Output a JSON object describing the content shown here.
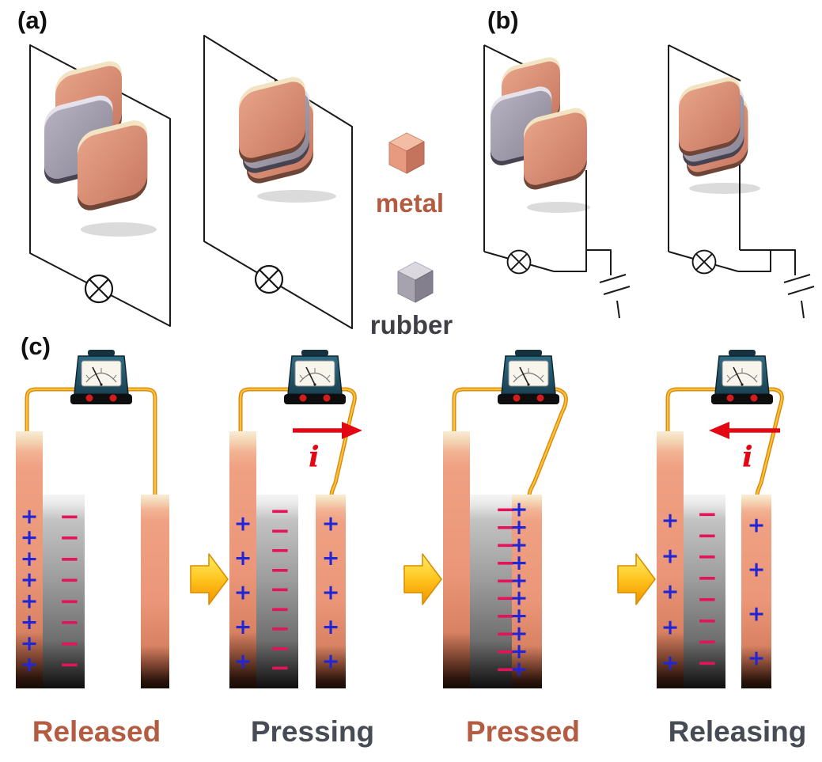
{
  "panels": {
    "a": "(a)",
    "b": "(b)",
    "c": "(c)"
  },
  "legend": {
    "metal": {
      "label": "metal",
      "color": "#e2937a",
      "text_color": "#b35c41"
    },
    "rubber": {
      "label": "rubber",
      "color": "#a5a1ab",
      "text_color": "#3f3f46"
    }
  },
  "symbols": {
    "plus": "+",
    "minus": "−"
  },
  "colors": {
    "plus_charge": "#2026d8",
    "minus_charge": "#e4145c",
    "current": "#e30613",
    "meter_wire": "#f2a217",
    "stage_arrow": "#ffc51e"
  },
  "stages": [
    {
      "name": "Released",
      "label_color": "#b35c41",
      "charges": {
        "left_plus": 8,
        "rubber_minus": 8,
        "right_plus": 0
      }
    },
    {
      "name": "Pressing",
      "label_color": "#474b54",
      "current_symbol": "i",
      "current_direction": "right",
      "charges": {
        "left_plus": 5,
        "rubber_minus": 9,
        "right_plus": 5
      }
    },
    {
      "name": "Pressed",
      "label_color": "#b35c41",
      "charges": {
        "left_plus": 0,
        "rubber_minus": 10,
        "right_plus": 10
      }
    },
    {
      "name": "Releasing",
      "label_color": "#474b54",
      "current_symbol": "i",
      "current_direction": "left",
      "charges": {
        "left_plus": 5,
        "rubber_minus": 8,
        "right_plus": 4
      }
    }
  ]
}
